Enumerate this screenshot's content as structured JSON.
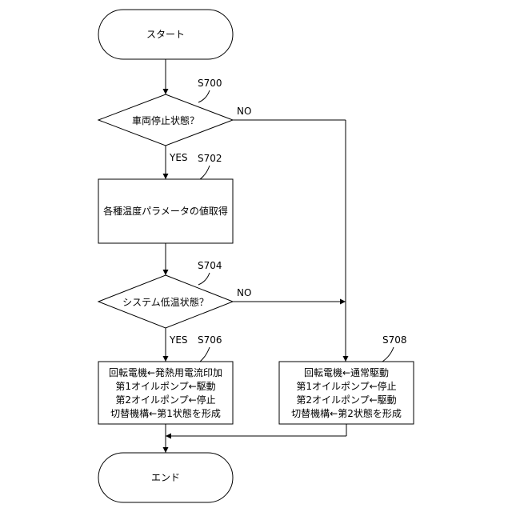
{
  "start": "スタート",
  "end": "エンド",
  "steps": {
    "s700": {
      "id": "S700",
      "text": "車両停止状態？"
    },
    "s702": {
      "id": "S702",
      "text": "各種温度パラメータの値取得"
    },
    "s704": {
      "id": "S704",
      "text": "システム低温状態？"
    },
    "s706": {
      "id": "S706",
      "lines": [
        "回転電機←発熱用電流印加",
        "第1オイルポンプ←駆動",
        "第2オイルポンプ←停止",
        "切替機構←第1状態を形成"
      ]
    },
    "s708": {
      "id": "S708",
      "lines": [
        "回転電機←通常駆動",
        "第1オイルポンプ←停止",
        "第2オイルポンプ←駆動",
        "切替機構←第2状態を形成"
      ]
    }
  },
  "branches": {
    "yes": "YES",
    "no": "NO"
  }
}
